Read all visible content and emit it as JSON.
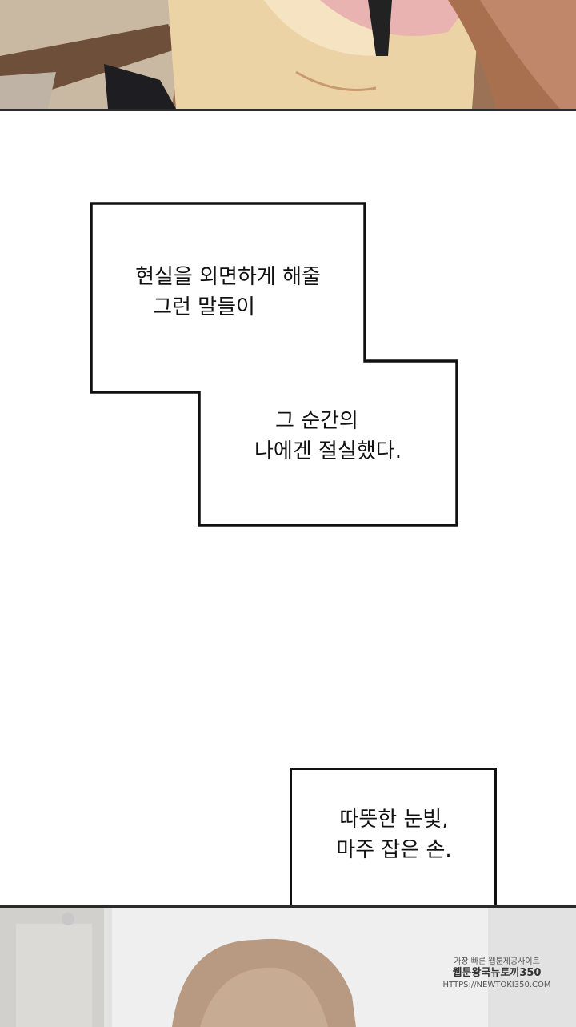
{
  "captions": {
    "first": {
      "line1": "현실을 외면하게 해줄",
      "line2": "그런 말들이"
    },
    "second": {
      "line1": "그 순간의",
      "line2": "나에겐 절실했다."
    },
    "third": {
      "line1": "따뜻한 눈빛,",
      "line2": "마주 잡은 손."
    }
  },
  "watermark": {
    "line1": "가장 빠른 웹툰제공사이트",
    "line2": "웹툰왕국뉴토끼350",
    "line3": "HTTPS://NEWTOKI350.COM"
  }
}
